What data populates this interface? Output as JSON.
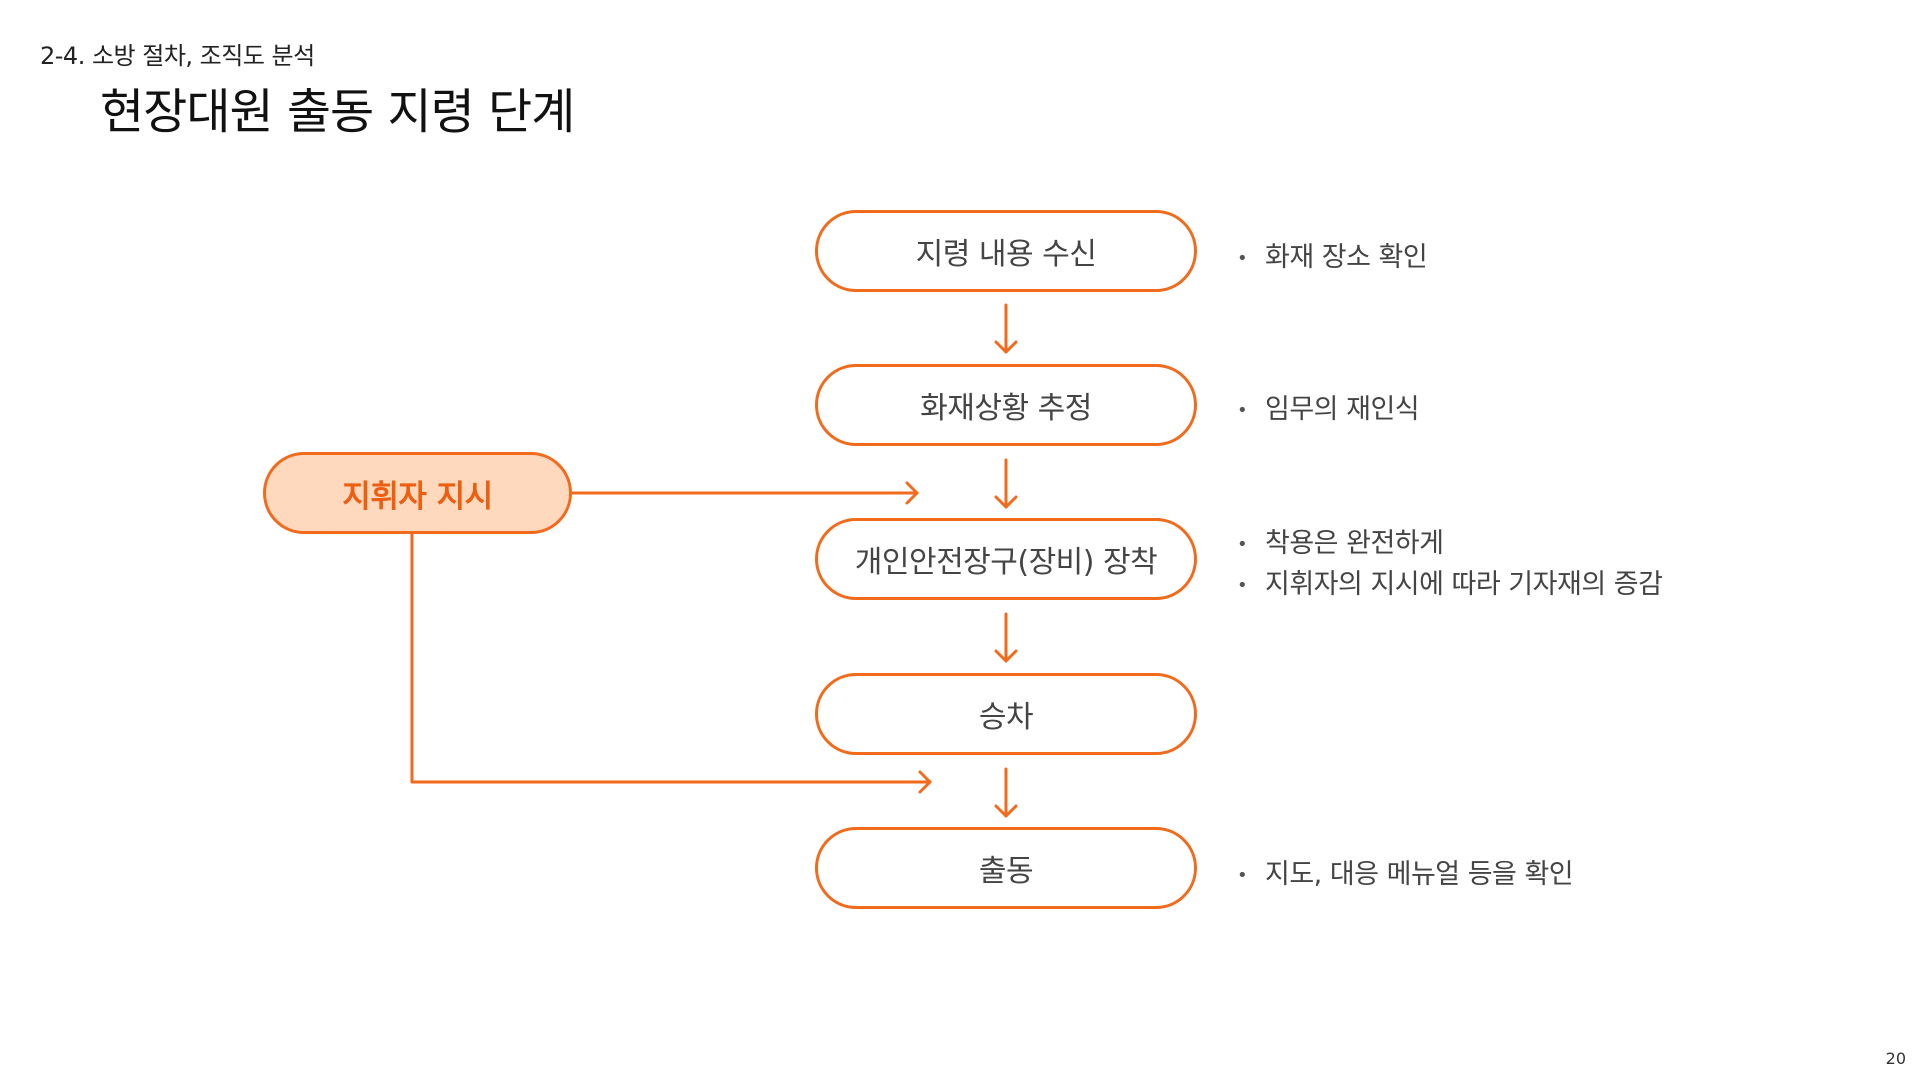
{
  "header": {
    "section_label": "2-4. 소방 절차, 조직도 분석",
    "title": "현장대원 출동 지령 단계"
  },
  "colors": {
    "accent": "#f26a1b",
    "commander_fill": "#ffd9bd",
    "commander_text": "#ee5e10"
  },
  "steps": [
    {
      "label": "지령 내용 수신",
      "notes": [
        "화재 장소 확인"
      ]
    },
    {
      "label": "화재상황 추정",
      "notes": [
        "임무의 재인식"
      ]
    },
    {
      "label": "개인안전장구(장비) 장착",
      "notes": [
        "착용은 완전하게",
        "지휘자의 지시에 따라 기자재의 증감"
      ]
    },
    {
      "label": "승차",
      "notes": []
    },
    {
      "label": "출동",
      "notes": [
        "지도, 대응 메뉴얼 등을 확인"
      ]
    }
  ],
  "commander": {
    "label": "지휘자 지시"
  },
  "footer": {
    "page_number": "20"
  }
}
